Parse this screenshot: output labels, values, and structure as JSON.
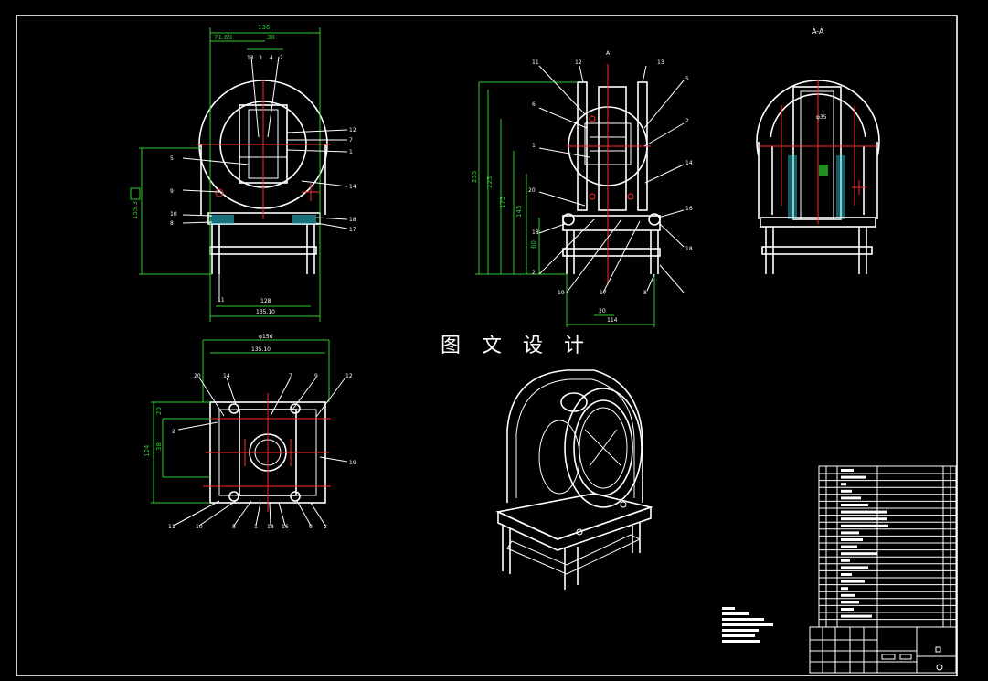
{
  "watermark": "图 文 设 计",
  "section_label": "A-A",
  "front_view": {
    "dims": [
      "136",
      "71.69",
      "38",
      "155.3",
      "128",
      "135.10"
    ],
    "callouts": [
      "13",
      "3",
      "4",
      "2",
      "12",
      "7",
      "1",
      "5",
      "9",
      "14",
      "10",
      "8",
      "18",
      "17",
      "11"
    ]
  },
  "side_view": {
    "dims": [
      "235",
      "225",
      "175",
      "145",
      "60",
      "114",
      "20"
    ],
    "callouts": [
      "11",
      "12",
      "A",
      "13",
      "5",
      "6",
      "1",
      "2",
      "20",
      "14",
      "18",
      "2",
      "16",
      "19",
      "17",
      "8",
      "18"
    ]
  },
  "top_view": {
    "dims": [
      "φ156",
      "135.10",
      "124",
      "20",
      "38"
    ],
    "callouts": [
      "20",
      "14",
      "7",
      "9",
      "12",
      "2",
      "19",
      "11",
      "10",
      "8",
      "1",
      "18",
      "16",
      "9",
      "2"
    ]
  },
  "right_view": {
    "dims": [
      "φ35"
    ]
  }
}
